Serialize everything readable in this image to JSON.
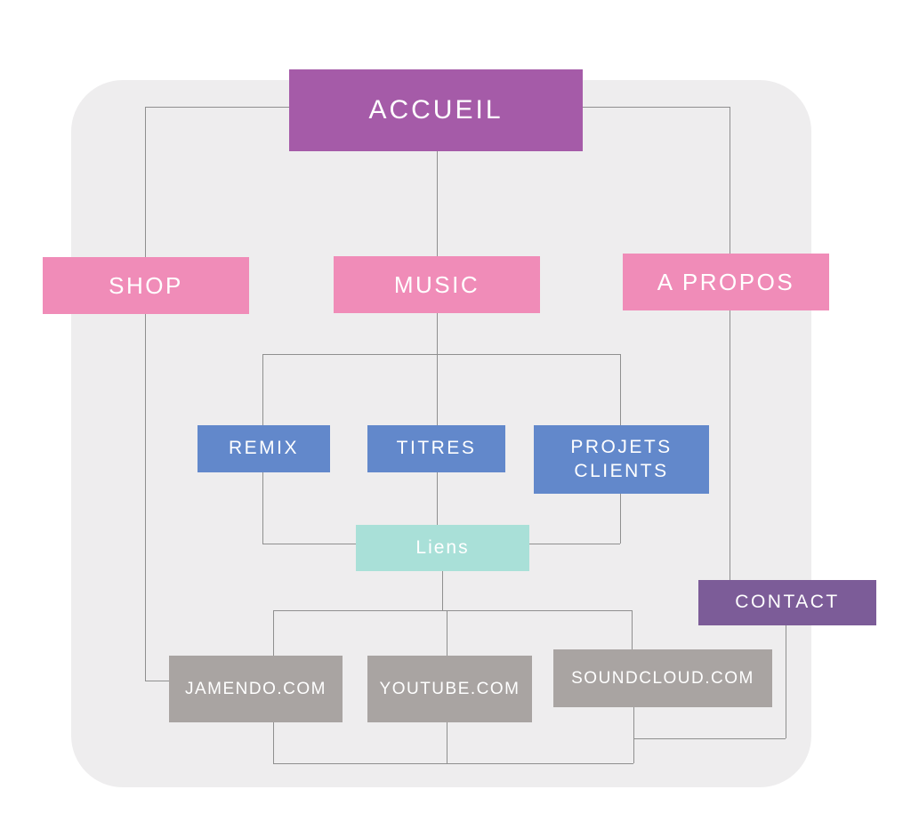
{
  "diagram": {
    "type": "sitemap",
    "nodes": {
      "accueil": {
        "label": "ACCUEIL",
        "color": "#a55ba8"
      },
      "shop": {
        "label": "SHOP",
        "color": "#f08cb8"
      },
      "music": {
        "label": "MUSIC",
        "color": "#f08cb8"
      },
      "apropos": {
        "label": "A PROPOS",
        "color": "#f08cb8"
      },
      "remix": {
        "label": "REMIX",
        "color": "#6288cb"
      },
      "titres": {
        "label": "TITRES",
        "color": "#6288cb"
      },
      "projets": {
        "label": "PROJETS CLIENTS",
        "color": "#6288cb"
      },
      "liens": {
        "label": "Liens",
        "color": "#a9e0d8"
      },
      "contact": {
        "label": "CONTACT",
        "color": "#7c5c98"
      },
      "jamendo": {
        "label": "JAMENDO.COM",
        "color": "#a9a4a2"
      },
      "youtube": {
        "label": "YOUTUBE.COM",
        "color": "#a9a4a2"
      },
      "soundcloud": {
        "label": "SOUNDCLOUD.COM",
        "color": "#a9a4a2"
      }
    },
    "connections": [
      "accueil-shop",
      "accueil-music",
      "accueil-apropos",
      "music-remix",
      "music-titres",
      "music-projets",
      "remix-liens",
      "titres-liens",
      "projets-liens",
      "liens-jamendo",
      "liens-youtube",
      "liens-soundcloud",
      "shop-jamendo",
      "apropos-contact",
      "jamendo-contact",
      "youtube-contact",
      "soundcloud-contact"
    ],
    "colors": {
      "panel_background": "#eeedee",
      "connector_line": "#8f8f8f",
      "text": "#ffffff"
    }
  }
}
